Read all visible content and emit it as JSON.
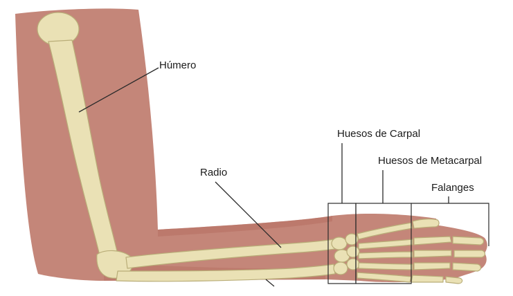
{
  "labels": {
    "humerus": "Húmero",
    "radius": "Radio",
    "carpal": "Huesos de Carpal",
    "metacarpal": "Huesos de Metacarpal",
    "phalanges": "Falanges"
  },
  "colors": {
    "skin": "#c48679",
    "skin_shadow": "#a8645a",
    "bone": "#eae1b5",
    "bone_outline": "#b9ad78",
    "leader_line": "#2a2a2a"
  }
}
